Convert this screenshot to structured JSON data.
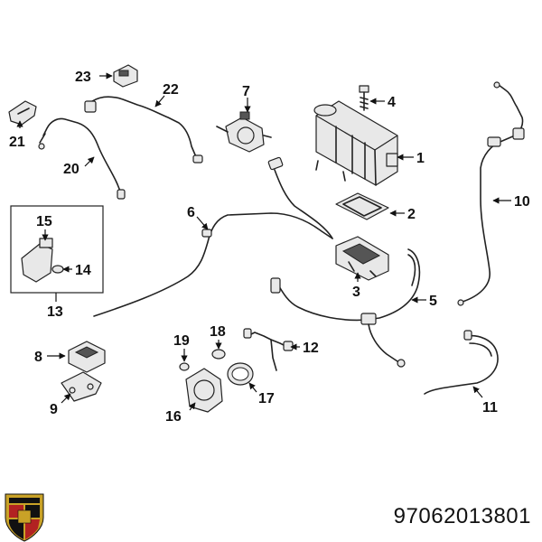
{
  "callouts": {
    "c1": "1",
    "c2": "2",
    "c3": "3",
    "c4": "4",
    "c5": "5",
    "c6": "6",
    "c7": "7",
    "c8": "8",
    "c9": "9",
    "c10": "10",
    "c11": "11",
    "c12": "12",
    "c13": "13",
    "c14": "14",
    "c15": "15",
    "c16": "16",
    "c17": "17",
    "c18": "18",
    "c19": "19",
    "c20": "20",
    "c21": "21",
    "c22": "22",
    "c23": "23"
  },
  "part_number": "97062013801",
  "brand_logo": {
    "icon": "porsche-crest-icon",
    "colors": [
      "#c9a227",
      "#b22222",
      "#111111"
    ]
  }
}
